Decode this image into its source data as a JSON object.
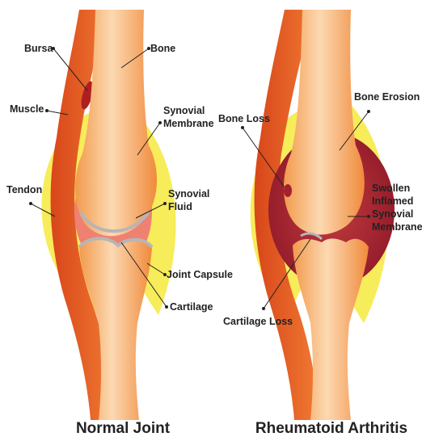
{
  "normal_joint": {
    "caption": "Normal Joint",
    "labels": {
      "bursa": "Bursa",
      "bone": "Bone",
      "muscle": "Muscle",
      "synovial_membrane_1": "Synovial",
      "synovial_membrane_2": "Membrane",
      "tendon": "Tendon",
      "synovial_fluid_1": "Synovial",
      "synovial_fluid_2": "Fluid",
      "joint_capsule": "Joint Capsule",
      "cartilage": "Cartilage"
    }
  },
  "rheumatoid_arthritis": {
    "caption": "Rheumatoid Arthritis",
    "labels": {
      "bone_loss": "Bone Loss",
      "bone_erosion": "Bone Erosion",
      "swollen_1": "Swollen",
      "swollen_2": "Inflamed",
      "swollen_3": "Synovial",
      "swollen_4": "Membrane",
      "cartilage_loss": "Cartilage Loss"
    }
  },
  "colors": {
    "bone_light": "#fbd2a8",
    "bone_dark": "#f08a3c",
    "muscle": "#e8561c",
    "capsule_yellow": "#f7ec5a",
    "synovial_normal": "#ee8172",
    "synovial_inflamed": "#a3202e",
    "cartilage": "#b7b5b8"
  }
}
